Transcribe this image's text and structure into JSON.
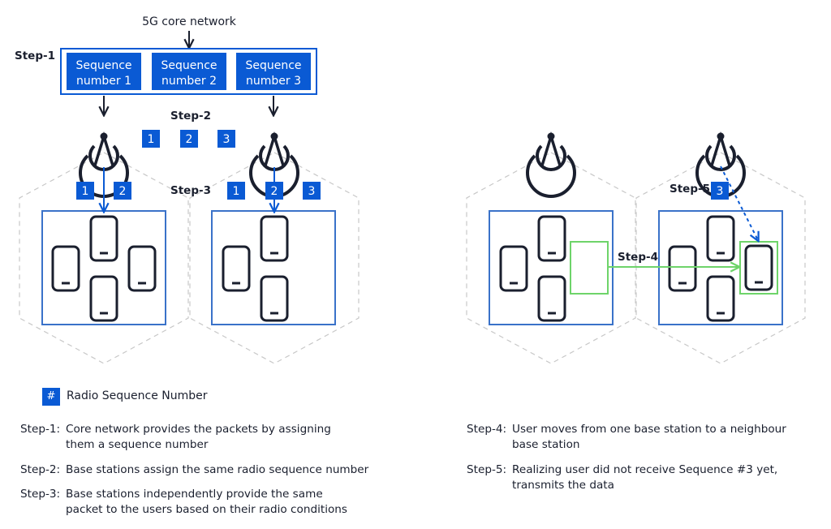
{
  "core_network_label": "5G core network",
  "sequence_boxes": [
    {
      "line1": "Sequence",
      "line2": "number 1"
    },
    {
      "line1": "Sequence",
      "line2": "number 2"
    },
    {
      "line1": "Sequence",
      "line2": "number 3"
    }
  ],
  "steps": {
    "step1": "Step-1",
    "step2": "Step-2",
    "step3": "Step-3",
    "step4": "Step-4",
    "step5": "Step-5"
  },
  "radio_numbers": {
    "step2": [
      "1",
      "2",
      "3"
    ],
    "left_cell": [
      "1",
      "2"
    ],
    "right_cell": [
      "1",
      "2",
      "3"
    ],
    "step5": "3"
  },
  "legend": {
    "symbol": "#",
    "label": "Radio Sequence Number"
  },
  "colors": {
    "blue": "#0a5ad4",
    "dark": "#1a1f2e",
    "green": "#6ed46a",
    "hex": "#c8c8c8"
  },
  "notes_left": [
    {
      "key": "Step-1:",
      "line1": "Core network provides the packets by assigning",
      "line2": "them a sequence number"
    },
    {
      "key": "Step-2:",
      "line1": "Base stations assign the same radio sequence number",
      "line2": ""
    },
    {
      "key": "Step-3:",
      "line1": "Base stations independently provide the same",
      "line2": "packet to the users based on their radio conditions"
    }
  ],
  "notes_right": [
    {
      "key": "Step-4:",
      "line1": "User moves from one base station to a neighbour",
      "line2": "base station"
    },
    {
      "key": "Step-5:",
      "line1": "Realizing user did not receive Sequence #3 yet,",
      "line2": "transmits the data"
    }
  ]
}
